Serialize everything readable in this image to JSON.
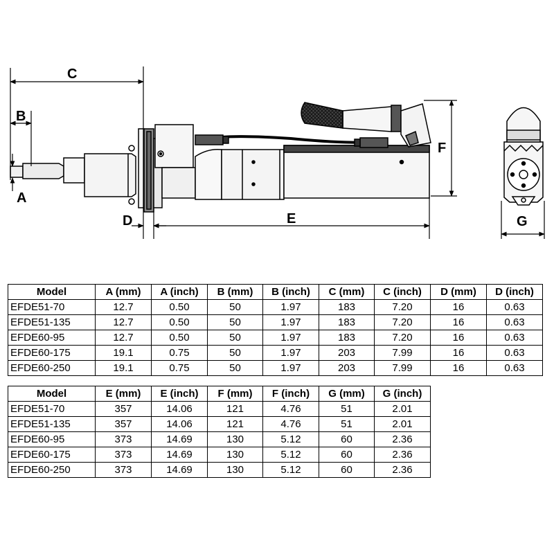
{
  "diagram": {
    "labels": {
      "A": "A",
      "B": "B",
      "C": "C",
      "D": "D",
      "E": "E",
      "F": "F",
      "G": "G"
    }
  },
  "table1": {
    "headers": [
      "Model",
      "A (mm)",
      "A (inch)",
      "B (mm)",
      "B (inch)",
      "C (mm)",
      "C (inch)",
      "D (mm)",
      "D (inch)"
    ],
    "rows": [
      [
        "EFDE51-70",
        "12.7",
        "0.50",
        "50",
        "1.97",
        "183",
        "7.20",
        "16",
        "0.63"
      ],
      [
        "EFDE51-135",
        "12.7",
        "0.50",
        "50",
        "1.97",
        "183",
        "7.20",
        "16",
        "0.63"
      ],
      [
        "EFDE60-95",
        "12.7",
        "0.50",
        "50",
        "1.97",
        "183",
        "7.20",
        "16",
        "0.63"
      ],
      [
        "EFDE60-175",
        "19.1",
        "0.75",
        "50",
        "1.97",
        "203",
        "7.99",
        "16",
        "0.63"
      ],
      [
        "EFDE60-250",
        "19.1",
        "0.75",
        "50",
        "1.97",
        "203",
        "7.99",
        "16",
        "0.63"
      ]
    ]
  },
  "table2": {
    "headers": [
      "Model",
      "E (mm)",
      "E (inch)",
      "F (mm)",
      "F (inch)",
      "G (mm)",
      "G (inch)"
    ],
    "rows": [
      [
        "EFDE51-70",
        "357",
        "14.06",
        "121",
        "4.76",
        "51",
        "2.01"
      ],
      [
        "EFDE51-135",
        "357",
        "14.06",
        "121",
        "4.76",
        "51",
        "2.01"
      ],
      [
        "EFDE60-95",
        "373",
        "14.69",
        "130",
        "5.12",
        "60",
        "2.36"
      ],
      [
        "EFDE60-175",
        "373",
        "14.69",
        "130",
        "5.12",
        "60",
        "2.36"
      ],
      [
        "EFDE60-250",
        "373",
        "14.69",
        "130",
        "5.12",
        "60",
        "2.36"
      ]
    ]
  }
}
